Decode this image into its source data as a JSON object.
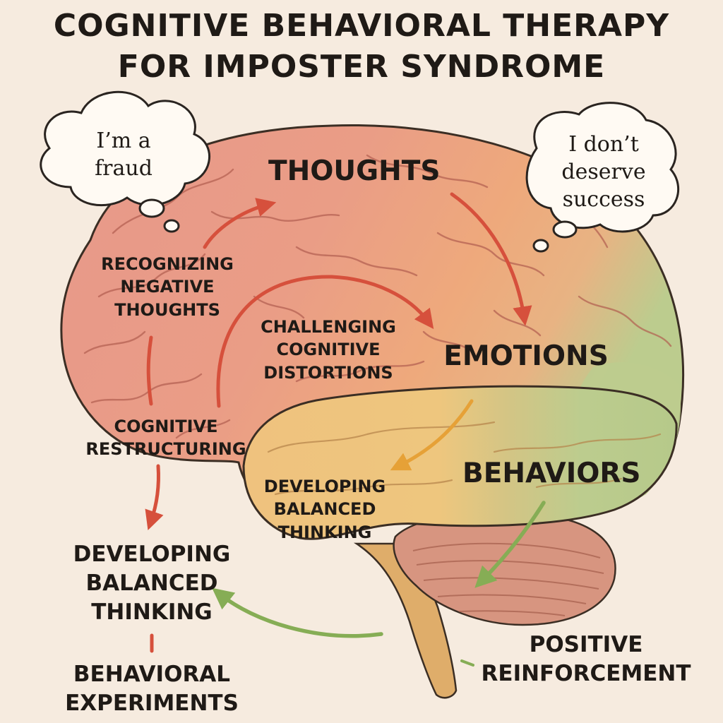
{
  "title_lines": [
    "COGNITIVE BEHAVIORAL THERAPY",
    "FOR IMPOSTER SYNDROME"
  ],
  "bubbles": {
    "left": [
      "I’m a",
      "fraud"
    ],
    "right": [
      "I don’t",
      "deserve",
      "success"
    ]
  },
  "regions": {
    "thoughts": "THOUGHTS",
    "emotions": "EMOTIONS",
    "behaviors": "BEHAVIORS"
  },
  "steps": {
    "recognizing": [
      "RECOGNIZING",
      "NEGATIVE",
      "THOUGHTS"
    ],
    "challenging": [
      "CHALLENGING",
      "COGNITIVE",
      "DISTORTIONS"
    ],
    "restructuring": [
      "COGNITIVE",
      "RESTRUCTURING"
    ],
    "balanced_inner": [
      "DEVELOPING",
      "BALANCED",
      "THINKING"
    ],
    "balanced_outer": [
      "DEVELOPING",
      "BALANCED",
      "THINKING"
    ],
    "experiments": [
      "BEHAVIORAL",
      "EXPERIMENTS"
    ],
    "reinforcement": [
      "POSITIVE",
      "REINFORCEMENT"
    ]
  },
  "colors": {
    "background": "#f6ebdf",
    "frontal_lobe": "#e89a88",
    "parietal_lobe": "#eea77c",
    "temporal_lobe": "#efc27e",
    "occipital_lobe": "#bccc8e",
    "cerebellum": "#d79580",
    "brainstem": "#dfad6a",
    "arrow_red": "#d6503c",
    "arrow_orange": "#e6a137",
    "arrow_green": "#86ad55",
    "ink": "#1f1a16"
  }
}
